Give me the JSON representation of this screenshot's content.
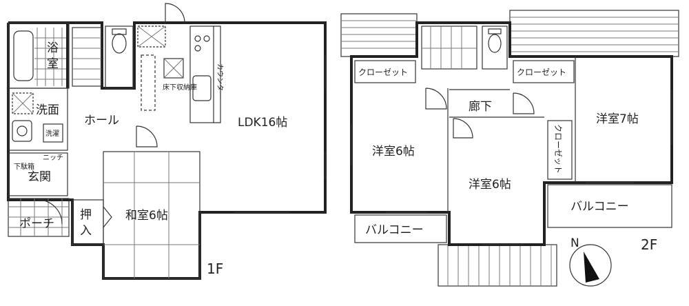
{
  "floor1": {
    "label": "1F",
    "rooms": {
      "bath": "浴室",
      "washroom": "洗面",
      "hall": "ホール",
      "underfloor_storage": "床下収納庫",
      "counter": "カウンター",
      "ldk": "LDK16帖",
      "entrance": "玄関",
      "shoe_box": "下駄箱",
      "niche": "ニッチ",
      "japanese_room": "和室6帖",
      "closet": "押入",
      "porch": "ポーチ",
      "wash_unit": "洗濯"
    }
  },
  "floor2": {
    "label": "2F",
    "rooms": {
      "closet_left": "クローゼット",
      "closet_right": "クローゼット",
      "closet_vertical": "クローゼット",
      "corridor": "廊下",
      "western_room_left": "洋室6帖",
      "western_room_center": "洋室6帖",
      "western_room_right": "洋室7帖",
      "balcony_left": "バルコニー",
      "balcony_right": "バルコニー"
    }
  },
  "compass": {
    "north_label": "N"
  }
}
